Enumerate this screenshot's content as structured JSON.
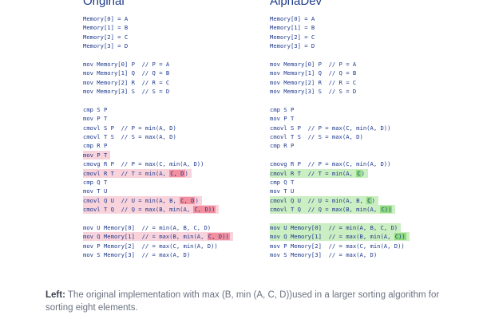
{
  "titles": {
    "left": "Original",
    "right": "AlphaDev"
  },
  "left_code": [
    {
      "text": "Memory[0] = A"
    },
    {
      "text": "Memory[1] = B"
    },
    {
      "text": "Memory[2] = C"
    },
    {
      "text": "Memory[3] = D"
    },
    {
      "text": ""
    },
    {
      "text": "mov Memory[0] P  // P = A"
    },
    {
      "text": "mov Memory[1] Q  // Q = B"
    },
    {
      "text": "mov Memory[2] R  // R = C"
    },
    {
      "text": "mov Memory[3] S  // S = D"
    },
    {
      "text": ""
    },
    {
      "text": "cmp S P"
    },
    {
      "text": "mov P T"
    },
    {
      "text": "cmovl S P  // P = min(A, D)"
    },
    {
      "text": "cmovl T S  // S = max(A, D)"
    },
    {
      "text": "cmp R P"
    },
    {
      "text": "mov P T",
      "hl": "pink"
    },
    {
      "text": "cmovg R P  // P = max(C, min(A, D))"
    },
    {
      "text": "cmovl R T  // T = min(A, ",
      "mark": "C, D",
      "after": ")",
      "hl": "pink"
    },
    {
      "text": "cmp Q T"
    },
    {
      "text": "mov T U"
    },
    {
      "text": "cmovl Q U  // U = min(A, B, ",
      "mark": "C, D",
      "after": ")",
      "hl": "pink"
    },
    {
      "text": "cmovl T Q  // Q = max(B, min(A, ",
      "mark": "C, D))",
      "after": "",
      "hl": "pink"
    },
    {
      "text": ""
    },
    {
      "text": "mov U Memory[0]  // = min(A, B, C, D)"
    },
    {
      "text": "mov Q Memory[1]  // = max(B, min(A, ",
      "mark": "C, D))",
      "after": "",
      "hl": "pink"
    },
    {
      "text": "mov P Memory[2]  // = max(C, min(A, D))"
    },
    {
      "text": "mov S Memory[3]  // = max(A, D)"
    }
  ],
  "right_code": [
    {
      "text": "Memory[0] = A"
    },
    {
      "text": "Memory[1] = B"
    },
    {
      "text": "Memory[2] = C"
    },
    {
      "text": "Memory[3] = D"
    },
    {
      "text": ""
    },
    {
      "text": "mov Memory[0] P  // P = A"
    },
    {
      "text": "mov Memory[1] Q  // Q = B"
    },
    {
      "text": "mov Memory[2] R  // R = C"
    },
    {
      "text": "mov Memory[3] S  // S = D"
    },
    {
      "text": ""
    },
    {
      "text": "cmp S P"
    },
    {
      "text": "mov P T"
    },
    {
      "text": "cmovl S P  // P = max(C, min(A, D))"
    },
    {
      "text": "cmovl T S  // S = max(A, D)"
    },
    {
      "text": "cmp R P"
    },
    {
      "text": ""
    },
    {
      "text": "cmovg R P  // P = max(C, min(A, D))"
    },
    {
      "text": "cmovl R T  // T = min(A, ",
      "mark": "C",
      "after": ")",
      "hl": "green"
    },
    {
      "text": "cmp Q T"
    },
    {
      "text": "mov T U"
    },
    {
      "text": "cmovl Q U  // U = min(A, B, ",
      "mark": "C",
      "after": ")",
      "hl": "green"
    },
    {
      "text": "cmovl T Q  // Q = max(B, min(A, ",
      "mark": "C))",
      "after": "",
      "hl": "green"
    },
    {
      "text": ""
    },
    {
      "text": "mov U Memory[0]  // = min(A, B, C, D)",
      "hl": "green"
    },
    {
      "text": "mov Q Memory[1]  // = max(B, min(A, ",
      "mark": "C))",
      "after": "",
      "hl": "green"
    },
    {
      "text": "mov P Memory[2]  // = max(C, min(A, D))"
    },
    {
      "text": "mov S Memory[3]  // = max(A, D)"
    }
  ],
  "caption": {
    "lead": "Left:",
    "text": " The original implementation with max (B, min (A, C, D))used in a larger sorting algorithm for",
    "text2": "sorting eight elements."
  },
  "colors": {
    "pink_bg": "#f9d3dc",
    "pink_mark": "#f2909f",
    "green_bg": "#cbeec2",
    "green_mark": "#8fdc7e",
    "code_text": "#1e3a8c"
  }
}
